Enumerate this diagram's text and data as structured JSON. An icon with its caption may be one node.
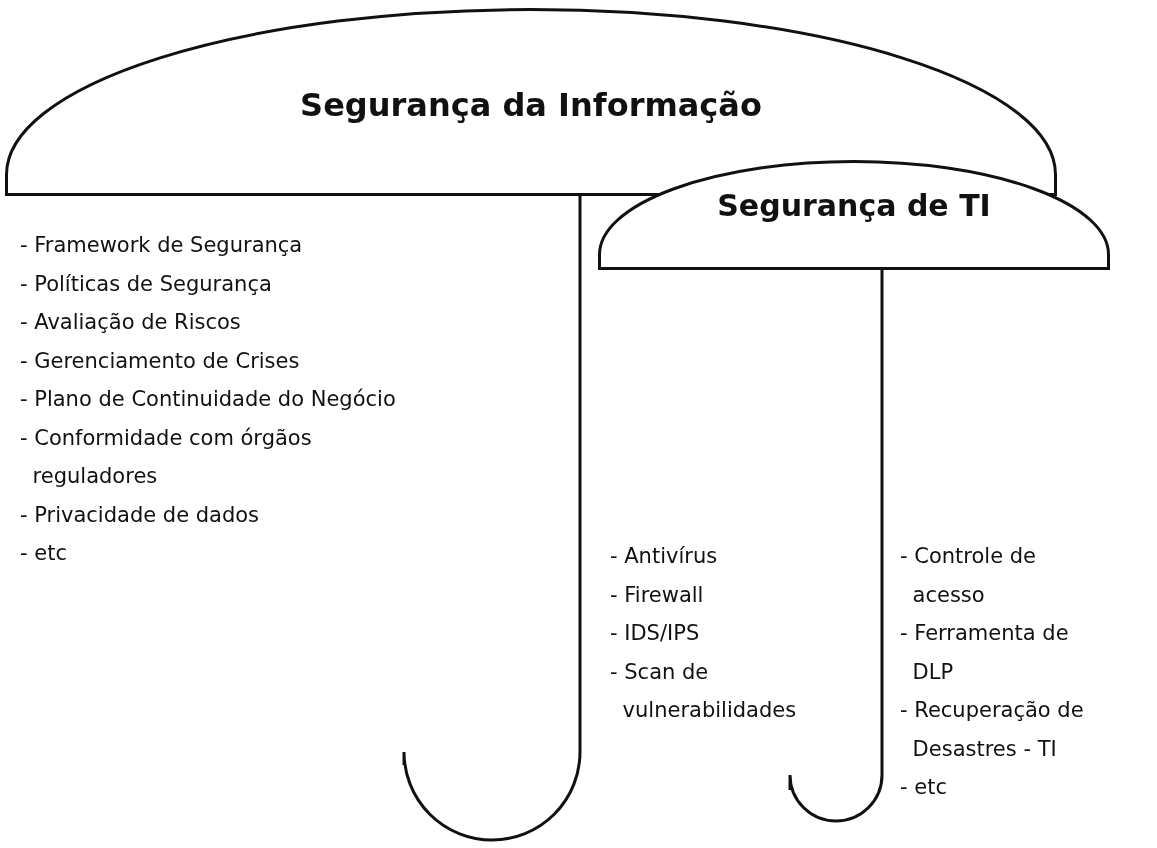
{
  "diagram": {
    "nodes": [
      {
        "text": [
          "Segurança da Informação"
        ]
      },
      {
        "text": [
          "Segurança de TI"
        ]
      }
    ],
    "labels": [
      "- Framework de Segurança",
      "- Políticas de Segurança",
      "- Avaliação de Riscos",
      "- Gerenciamento de Crises",
      "- Plano de Continuidade do Negócio",
      "- Conformidade com órgãos reguladores",
      "- Privacidade de dados",
      "- etc",
      "- Antivírus",
      "- Firewall",
      "- IDS/IPS",
      "- Scan de vulnerabilidades",
      "- Controle de acesso",
      "- Ferramenta de DLP",
      "- Recuperação de Desastres - TI",
      "- etc"
    ]
  }
}
